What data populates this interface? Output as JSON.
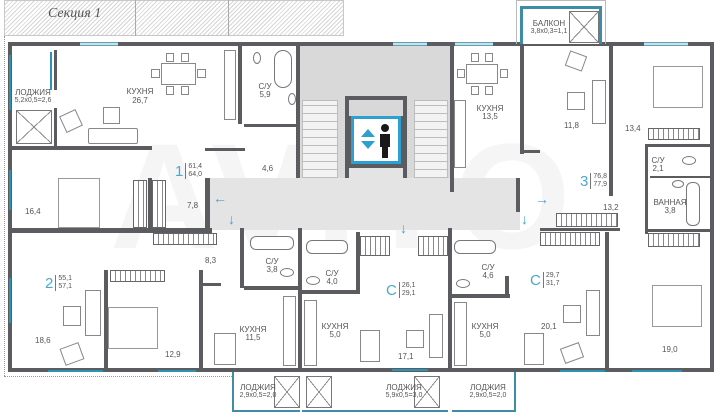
{
  "section": {
    "title": "Секция 1"
  },
  "elevator": {
    "icon": "elevator-icon",
    "frame_color": "#2d9fd0"
  },
  "colors": {
    "accent": "#4aaacb",
    "wall": "#5a5c60",
    "window_line": "#2d93b5",
    "corridor": "#e4e4e4"
  },
  "apartments": [
    {
      "number": "1",
      "area_living": "61,4",
      "area_total": "64,0"
    },
    {
      "number": "2",
      "area_living": "55,1",
      "area_total": "57,1"
    },
    {
      "number": "3",
      "area_living": "76,8",
      "area_total": "77,9"
    },
    {
      "number": "С",
      "area_living": "26,1",
      "area_total": "29,1"
    },
    {
      "number": "С",
      "area_living": "29,7",
      "area_total": "31,7"
    }
  ],
  "rooms": {
    "loggia_top_left": {
      "name": "ЛОДЖИЯ",
      "size": "5,2x0,5=2,6"
    },
    "kitchen_1": {
      "name": "КУХНЯ",
      "area": "26,7"
    },
    "bath_1": {
      "name": "С/У",
      "area": "5,9"
    },
    "hall_1": {
      "area": "4,6"
    },
    "bedroom_1": {
      "area": "16,4"
    },
    "hall_1b": {
      "area": "7,8"
    },
    "kitchen_3": {
      "name": "КУХНЯ",
      "area": "13,5"
    },
    "balcony_3": {
      "name": "БАЛКОН",
      "size": "3,8x0,3=1,1"
    },
    "room_3a": {
      "area": "11,8"
    },
    "room_3b": {
      "area": "13,4"
    },
    "wc_3": {
      "name": "С/У",
      "area": "2,1"
    },
    "bathroom_3": {
      "name": "ВАННАЯ",
      "area": "3,8"
    },
    "hall_3": {
      "area": "13,2"
    },
    "hall_2": {
      "area": "8,3"
    },
    "living_2": {
      "area": "18,6"
    },
    "bedroom_2": {
      "area": "12,9"
    },
    "bath_2": {
      "name": "С/У",
      "area": "3,8"
    },
    "kitchen_2": {
      "name": "КУХНЯ",
      "area": "11,5"
    },
    "bath_s1": {
      "name": "С/У",
      "area": "4,0"
    },
    "kitchen_s1": {
      "name": "КУХНЯ",
      "area": "5,0"
    },
    "living_s1": {
      "area": "17,1"
    },
    "bath_s2": {
      "name": "С/У",
      "area": "4,6"
    },
    "kitchen_s2": {
      "name": "КУХНЯ",
      "area": "5,0"
    },
    "living_s2": {
      "area": "20,1"
    },
    "bedroom_3c": {
      "area": "19,0"
    },
    "loggia_b1": {
      "name": "ЛОДЖИЯ",
      "size": "2,9x0,5=2,0"
    },
    "loggia_b2": {
      "name": "ЛОДЖИЯ",
      "size": "5,9x0,5=3,0"
    },
    "loggia_b3": {
      "name": "ЛОДЖИЯ",
      "size": "2,9x0,5=2,0"
    }
  },
  "watermark": {
    "text": "AVITO"
  },
  "arrows": {
    "left": "←",
    "right": "→",
    "down": "↓"
  }
}
